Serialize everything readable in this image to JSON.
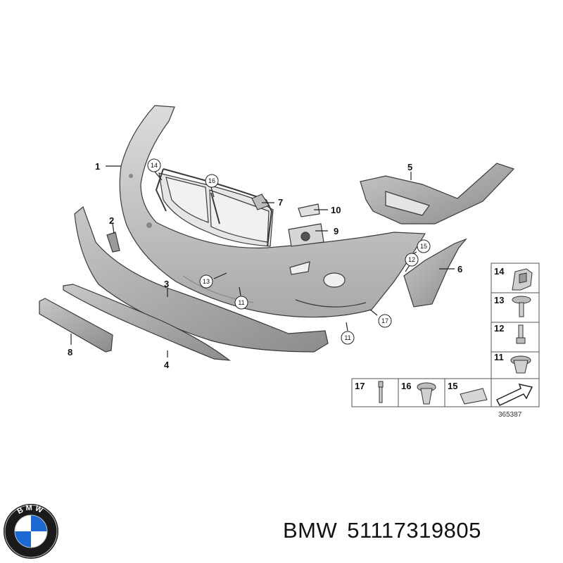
{
  "callouts": {
    "c1": "1",
    "c2": "2",
    "c3": "3",
    "c4": "4",
    "c5": "5",
    "c6": "6",
    "c7": "7",
    "c8": "8",
    "c9": "9",
    "c10": "10",
    "c11a": "11",
    "c11b": "11",
    "c12": "12",
    "c13": "13",
    "c14": "14",
    "c15": "15",
    "c16": "16",
    "c17": "17"
  },
  "legend": {
    "r14": "14",
    "r13": "13",
    "r12": "12",
    "r11": "11",
    "b17": "17",
    "b16": "16",
    "b15": "15"
  },
  "drawing_number": "365387",
  "logo": {
    "letters": "BMW",
    "blue": "#1c69d4",
    "ring": "#1a1a1a"
  },
  "caption": {
    "brand": "BMW",
    "part_number": "51117319805"
  },
  "colors": {
    "part_fill": "#c9c9c9",
    "part_shade": "#9a9a9a",
    "outline": "#3a3a3a"
  }
}
